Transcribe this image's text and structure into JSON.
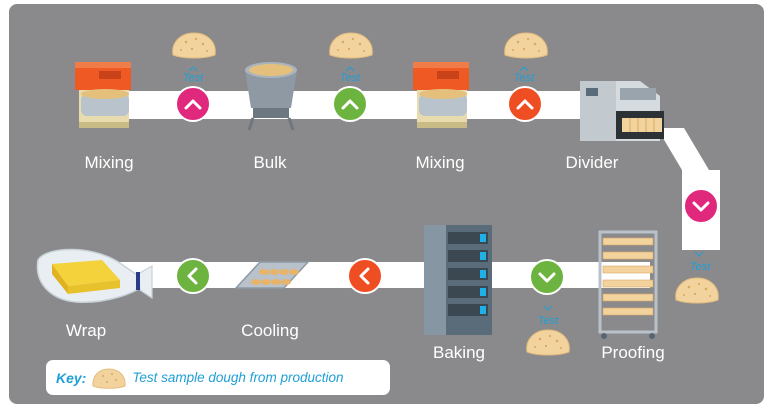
{
  "stages": [
    {
      "id": "mixing-1",
      "label": "Mixing"
    },
    {
      "id": "bulk",
      "label": "Bulk"
    },
    {
      "id": "mixing-2",
      "label": "Mixing"
    },
    {
      "id": "divider",
      "label": "Divider"
    },
    {
      "id": "proofing",
      "label": "Proofing"
    },
    {
      "id": "baking",
      "label": "Baking"
    },
    {
      "id": "cooling",
      "label": "Cooling"
    },
    {
      "id": "wrap",
      "label": "Wrap"
    }
  ],
  "test_label": "Test",
  "tests": [
    {
      "id": "test-1",
      "color": "#e0287c",
      "direction": "up"
    },
    {
      "id": "test-2",
      "color": "#6db33f",
      "direction": "up"
    },
    {
      "id": "test-3",
      "color": "#ef4e22",
      "direction": "up"
    },
    {
      "id": "test-4",
      "color": "#e0287c",
      "direction": "down"
    },
    {
      "id": "test-5",
      "color": "#6db33f",
      "direction": "down"
    }
  ],
  "arrows": [
    {
      "id": "arrow-1",
      "color": "#ef4e22",
      "direction": "left"
    },
    {
      "id": "arrow-2",
      "color": "#6db33f",
      "direction": "left"
    }
  ],
  "key": {
    "title": "Key:",
    "text": "Test sample dough from production"
  },
  "colors": {
    "background": "#8a8a8c",
    "track": "#ffffff",
    "text_accent": "#1f9fd6",
    "magenta": "#e0287c",
    "green": "#6db33f",
    "orange": "#ef4e22",
    "dough": "#f2d39e"
  }
}
